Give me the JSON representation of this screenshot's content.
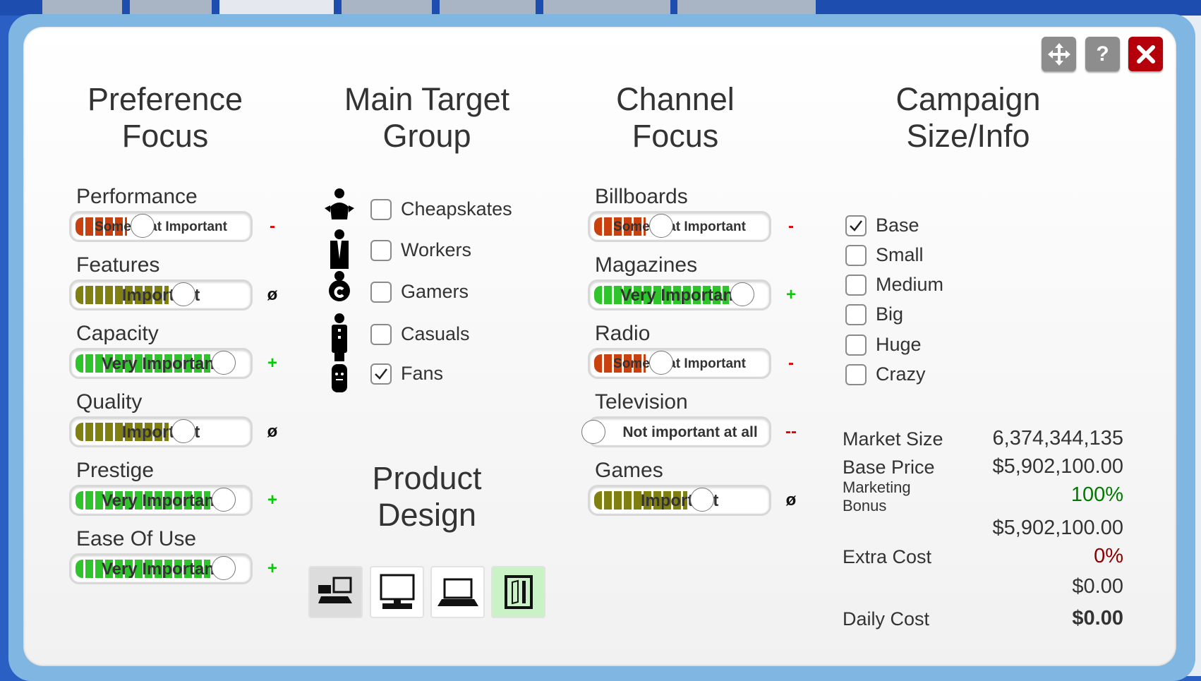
{
  "window": {
    "move_label": "Move",
    "help_label": "?",
    "close_label": "Close"
  },
  "columns": {
    "preference": [
      "Preference",
      "Focus"
    ],
    "target": [
      "Main Target",
      "Group"
    ],
    "channel": [
      "Channel",
      "Focus"
    ],
    "campaign": [
      "Campaign",
      "Size/Info"
    ],
    "design": [
      "Product",
      "Design"
    ]
  },
  "preferences": [
    {
      "label": "Performance",
      "value": "Somewhat Important",
      "level": 0.25,
      "sign": "-"
    },
    {
      "label": "Features",
      "value": "Important",
      "level": 0.5,
      "sign": "ø"
    },
    {
      "label": "Capacity",
      "value": "Very Important",
      "level": 0.75,
      "sign": "+"
    },
    {
      "label": "Quality",
      "value": "Important",
      "level": 0.5,
      "sign": "ø"
    },
    {
      "label": "Prestige",
      "value": "Very Important",
      "level": 0.75,
      "sign": "+"
    },
    {
      "label": "Ease Of Use",
      "value": "Very Important",
      "level": 0.75,
      "sign": "+"
    }
  ],
  "target_groups": [
    {
      "label": "Cheapskates",
      "checked": false,
      "icon": "cheapskate-person-icon"
    },
    {
      "label": "Workers",
      "checked": false,
      "icon": "worker-person-icon"
    },
    {
      "label": "Gamers",
      "checked": false,
      "icon": "gamer-person-icon"
    },
    {
      "label": "Casuals",
      "checked": false,
      "icon": "casual-person-icon"
    },
    {
      "label": "Fans",
      "checked": true,
      "icon": "fan-person-icon"
    }
  ],
  "channels": [
    {
      "label": "Billboards",
      "value": "Somewhat Important",
      "level": 0.25,
      "sign": "-"
    },
    {
      "label": "Magazines",
      "value": "Very Important",
      "level": 0.75,
      "sign": "+"
    },
    {
      "label": "Radio",
      "value": "Somewhat Important",
      "level": 0.25,
      "sign": "-"
    },
    {
      "label": "Television",
      "value": "Not important at all",
      "level": 0.0,
      "sign": "--"
    },
    {
      "label": "Games",
      "value": "Important",
      "level": 0.5,
      "sign": "ø"
    }
  ],
  "sizes": [
    {
      "label": "Base",
      "checked": true
    },
    {
      "label": "Small",
      "checked": false
    },
    {
      "label": "Medium",
      "checked": false
    },
    {
      "label": "Big",
      "checked": false
    },
    {
      "label": "Huge",
      "checked": false
    },
    {
      "label": "Crazy",
      "checked": false
    }
  ],
  "info": {
    "market_size_label": "Market Size",
    "market_size": "6,374,344,135",
    "base_price_label": "Base Price",
    "base_price": "$5,902,100.00",
    "marketing_bonus_label_1": "Marketing",
    "marketing_bonus_label_2": "Bonus",
    "marketing_bonus": "100%",
    "bonus_total": "$5,902,100.00",
    "extra_cost_label": "Extra Cost",
    "extra_cost_pct": "0%",
    "extra_cost": "$0.00",
    "daily_cost_label": "Daily Cost",
    "daily_cost": "$0.00"
  },
  "design_buttons": [
    {
      "icon": "desktop-combo-icon",
      "state": "gray"
    },
    {
      "icon": "monitor-icon",
      "state": "normal"
    },
    {
      "icon": "laptop-icon",
      "state": "normal"
    },
    {
      "icon": "tablet-icon",
      "state": "selected"
    }
  ],
  "colors": {
    "somewhat": "#c8410e",
    "important": "#7f8010",
    "very": "#2fc42b",
    "minus": "#e30000",
    "plus": "#00cc00",
    "bonus_green": "#007a00",
    "extra_red": "#8a0000"
  }
}
